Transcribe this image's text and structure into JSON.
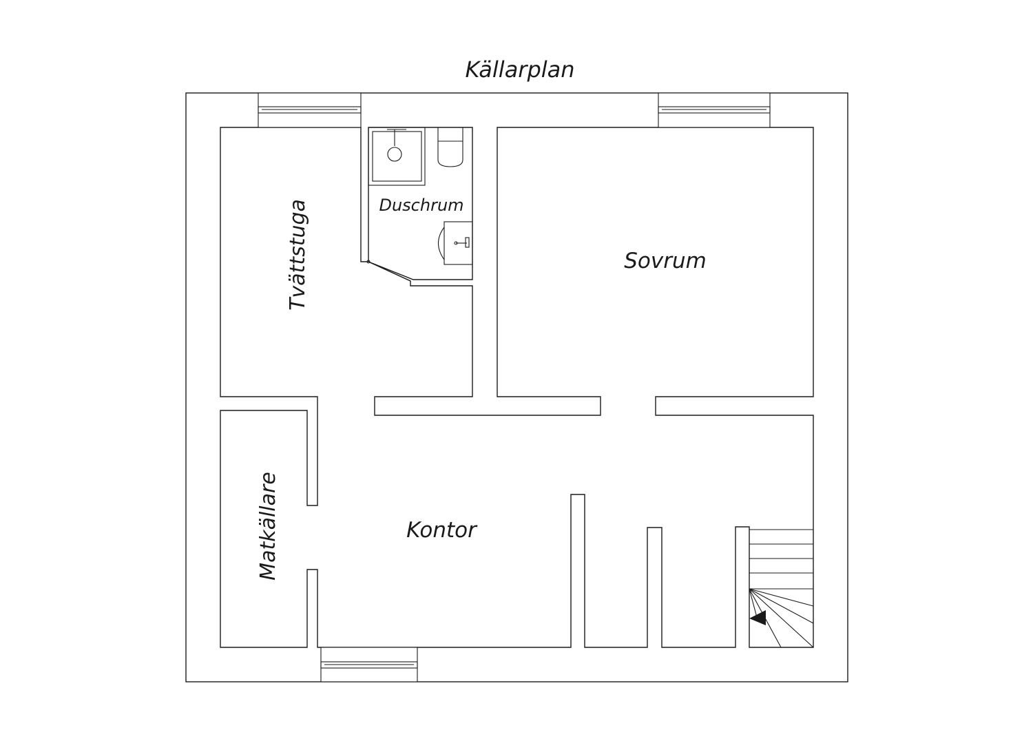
{
  "plan": {
    "title": "Källarplan",
    "rooms": {
      "laundry": "Tvättstuga",
      "shower": "Duschrum",
      "bedroom": "Sovrum",
      "pantry": "Matkällare",
      "office": "Kontor"
    },
    "stair_direction": "up"
  },
  "colors": {
    "line": "#1a1a1a",
    "background": "#ffffff"
  }
}
